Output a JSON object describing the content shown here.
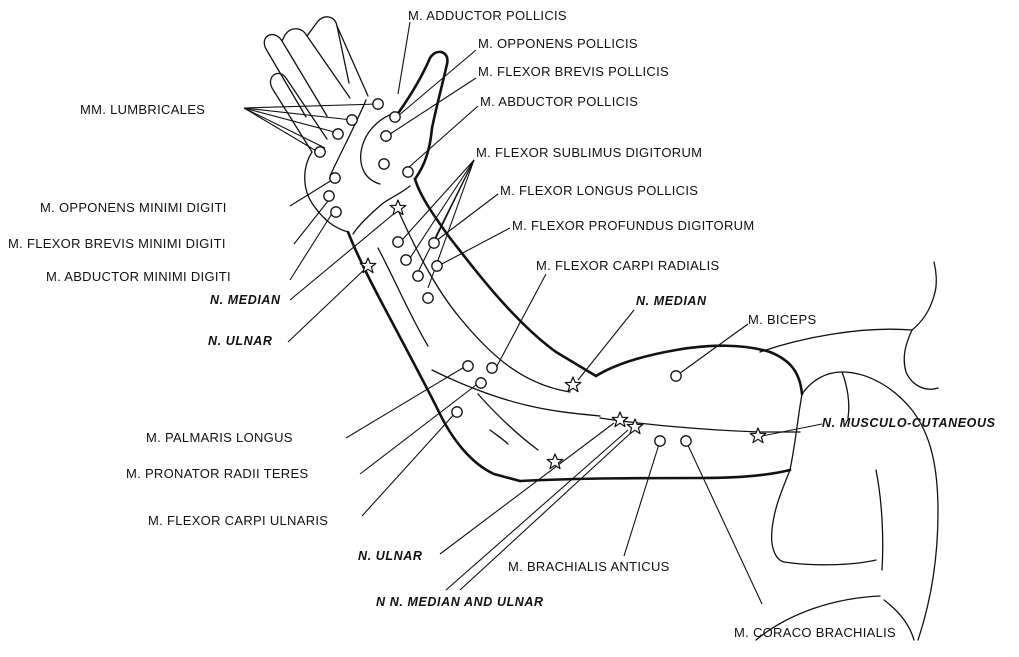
{
  "labels": {
    "adductor_pollicis": "M. ADDUCTOR POLLICIS",
    "opponens_pollicis": "M. OPPONENS POLLICIS",
    "flexor_brevis_pollicis": "M. FLEXOR BREVIS POLLICIS",
    "abductor_pollicis": "M. ABDUCTOR POLLICIS",
    "lumbricales": "MM. LUMBRICALES",
    "flexor_sublimus_digitorum": "M. FLEXOR SUBLIMUS DIGITORUM",
    "flexor_longus_pollicis": "M. FLEXOR LONGUS POLLICIS",
    "opponens_minimi_digiti": "M. OPPONENS MINIMI DIGITI",
    "flexor_profundus_digitorum": "M. FLEXOR PROFUNDUS DIGITORUM",
    "flexor_brevis_minimi_digiti": "M. FLEXOR BREVIS MINIMI DIGITI",
    "flexor_carpi_radialis": "M. FLEXOR CARPI RADIALIS",
    "abductor_minimi_digiti": "M. ABDUCTOR MINIMI DIGITI",
    "n_median_wrist": "N. MEDIAN",
    "n_median_arm": "N. MEDIAN",
    "n_ulnar_wrist": "N. ULNAR",
    "biceps": "M. BICEPS",
    "musculo_cutaneous": "N. MUSCULO-CUTANEOUS",
    "palmaris_longus": "M. PALMARIS LONGUS",
    "pronator_radii_teres": "M. PRONATOR RADII TERES",
    "flexor_carpi_ulnaris": "M. FLEXOR CARPI ULNARIS",
    "n_ulnar_elbow": "N. ULNAR",
    "brachialis_anticus": "M. BRACHIALIS ANTICUS",
    "median_and_ulnar": "N N. MEDIAN AND ULNAR",
    "coraco_brachialis": "M. CORACO BRACHIALIS"
  }
}
